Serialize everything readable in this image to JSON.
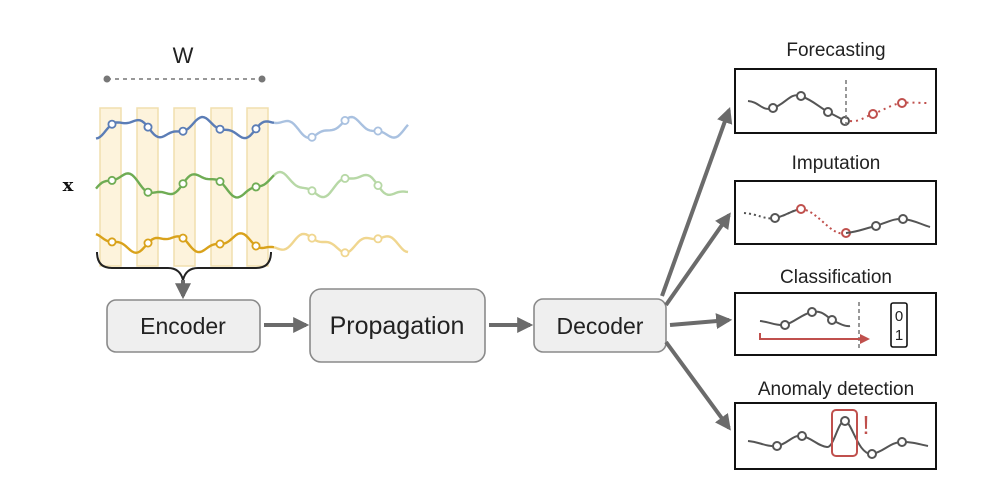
{
  "input": {
    "window_label": "W",
    "series_label": "x"
  },
  "blocks": {
    "encoder": "Encoder",
    "propagation": "Propagation",
    "decoder": "Decoder"
  },
  "tasks": {
    "forecasting": "Forecasting",
    "imputation": "Imputation",
    "classification": "Classification",
    "classification_digits": [
      "0",
      "1"
    ],
    "anomaly": "Anomaly detection",
    "anomaly_mark": "!"
  },
  "colors": {
    "blue": "#5b7db6",
    "blue_light": "#a9c1e0",
    "green": "#6fac54",
    "green_light": "#b7d8a6",
    "gold": "#d9a21b",
    "gold_light": "#f0d68f",
    "window_fill": "#fdf3dc",
    "window_stroke": "#f1dfae",
    "gray": "#6b6b6b",
    "red": "#c0504d"
  },
  "icons": [
    "window-brace",
    "arrow",
    "wave-series"
  ]
}
